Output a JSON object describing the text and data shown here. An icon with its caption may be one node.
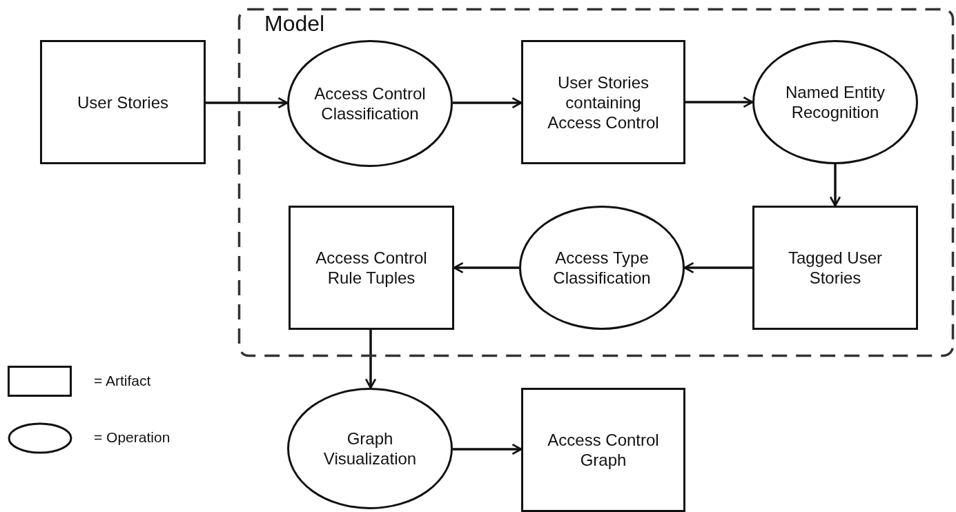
{
  "diagram": {
    "nodes": [
      {
        "text": [
          "Model"
        ]
      },
      {
        "text": [
          "User Stories"
        ]
      },
      {
        "text": [
          "Access Control Classification"
        ],
        "in": 0
      },
      {
        "text": [
          "User Stories containing Access Control"
        ],
        "in": 0
      },
      {
        "text": [
          "Named Entity Recognition"
        ],
        "in": 0
      },
      {
        "text": [
          "Tagged User Stories"
        ],
        "in": 0
      },
      {
        "text": [
          "Access Type Classification"
        ],
        "in": 0
      },
      {
        "text": [
          "Access Control Rule Tuples"
        ],
        "in": 0
      },
      {
        "text": [
          "Graph Visualization"
        ]
      },
      {
        "text": [
          "Access Control Graph"
        ]
      }
    ],
    "edges": [
      {
        "from": 1,
        "to": 2,
        "arrow": "to"
      },
      {
        "from": 2,
        "to": 3,
        "arrow": "to"
      },
      {
        "from": 3,
        "to": 4,
        "arrow": "to"
      },
      {
        "from": 4,
        "to": 5,
        "arrow": "to"
      },
      {
        "from": 5,
        "to": 6,
        "arrow": "to"
      },
      {
        "from": 6,
        "to": 7,
        "arrow": "to"
      },
      {
        "from": 7,
        "to": 8,
        "arrow": "to"
      },
      {
        "from": 8,
        "to": 9,
        "arrow": "to"
      }
    ],
    "legend": [
      {
        "text": "= Artifact"
      },
      {
        "text": "= Operation"
      }
    ]
  }
}
